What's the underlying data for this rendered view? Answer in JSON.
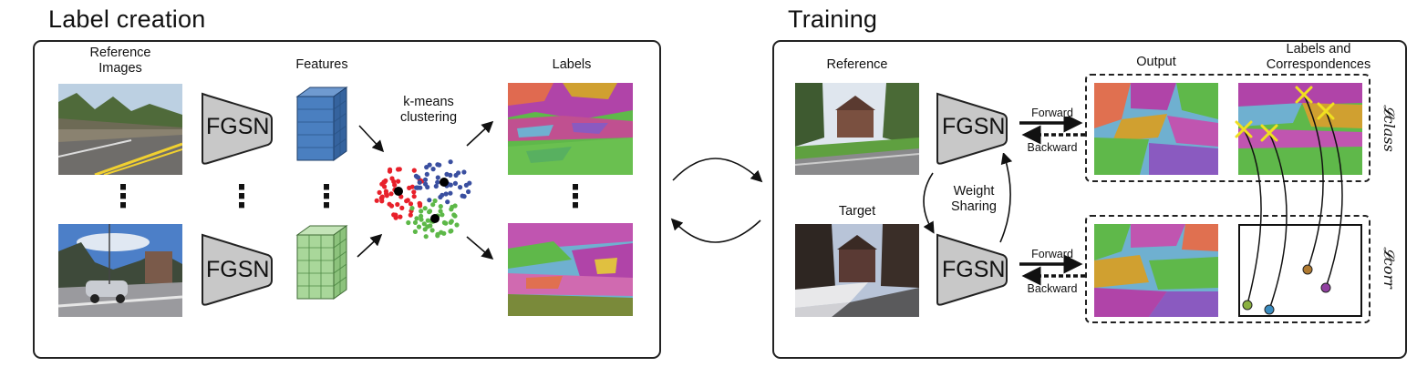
{
  "left_panel": {
    "title": "Label creation",
    "ref_images_label": "Reference\nImages",
    "features_label": "Features",
    "labels_label": "Labels",
    "network_top": "FGSN",
    "network_bottom": "FGSN",
    "clustering_label": "k-means\nclustering",
    "ellipsis": "⋮"
  },
  "right_panel": {
    "title": "Training",
    "reference_label": "Reference",
    "target_label": "Target",
    "network_top": "FGSN",
    "network_bottom": "FGSN",
    "weight_sharing_label": "Weight\nSharing",
    "output_label": "Output",
    "labels_corr_label": "Labels and\nCorrespondences",
    "forward_top": "Forward",
    "backward_top": "Backward",
    "forward_bottom": "Forward",
    "backward_bottom": "Backward",
    "loss_class": "𝓛class",
    "loss_corr": "𝓛corr"
  },
  "colors": {
    "cluster_red": "#e8202a",
    "cluster_blue": "#3a4fa0",
    "cluster_green": "#5db848",
    "feature_blue": "#4a7fc0",
    "feature_green": "#a9d79a",
    "network_fill": "#c8c8c8",
    "marker_yellow": "#f0e020",
    "point_green": "#8ab040",
    "point_blue": "#3a8cc0",
    "point_orange": "#b07a30",
    "point_purple": "#9040a0"
  }
}
